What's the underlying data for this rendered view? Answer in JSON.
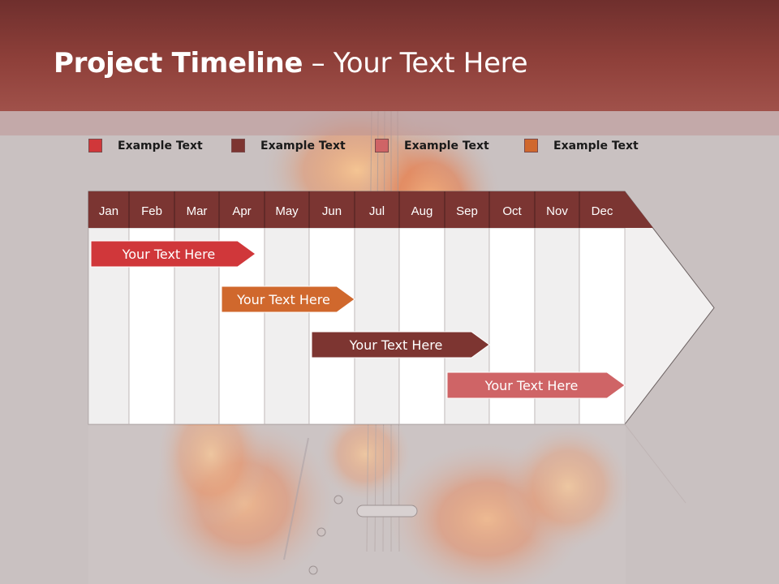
{
  "slide": {
    "title_bold": "Project Timeline",
    "title_rest": " – Your Text Here"
  },
  "legend": [
    {
      "label": "Example Text",
      "color": "#d0373a"
    },
    {
      "label": "Example Text",
      "color": "#7d3531"
    },
    {
      "label": "Example Text",
      "color": "#cf6466"
    },
    {
      "label": "Example Text",
      "color": "#d0682d"
    }
  ],
  "timeline": {
    "months": [
      "Jan",
      "Feb",
      "Mar",
      "Apr",
      "May",
      "Jun",
      "Jul",
      "Aug",
      "Sep",
      "Oct",
      "Nov",
      "Dec"
    ],
    "header_color": "#7b3532",
    "tasks": [
      {
        "label": "Your  Text Here",
        "start_month": 0.0,
        "end_month": 3.8,
        "color": "#d0373a"
      },
      {
        "label": "Your  Text Here",
        "start_month": 3.0,
        "end_month": 6.0,
        "color": "#d0682d"
      },
      {
        "label": "Your  Text Here",
        "start_month": 5.0,
        "end_month": 9.0,
        "color": "#7d3531"
      },
      {
        "label": "Your  Text Here",
        "start_month": 8.0,
        "end_month": 12.0,
        "color": "#cf6466"
      }
    ]
  }
}
